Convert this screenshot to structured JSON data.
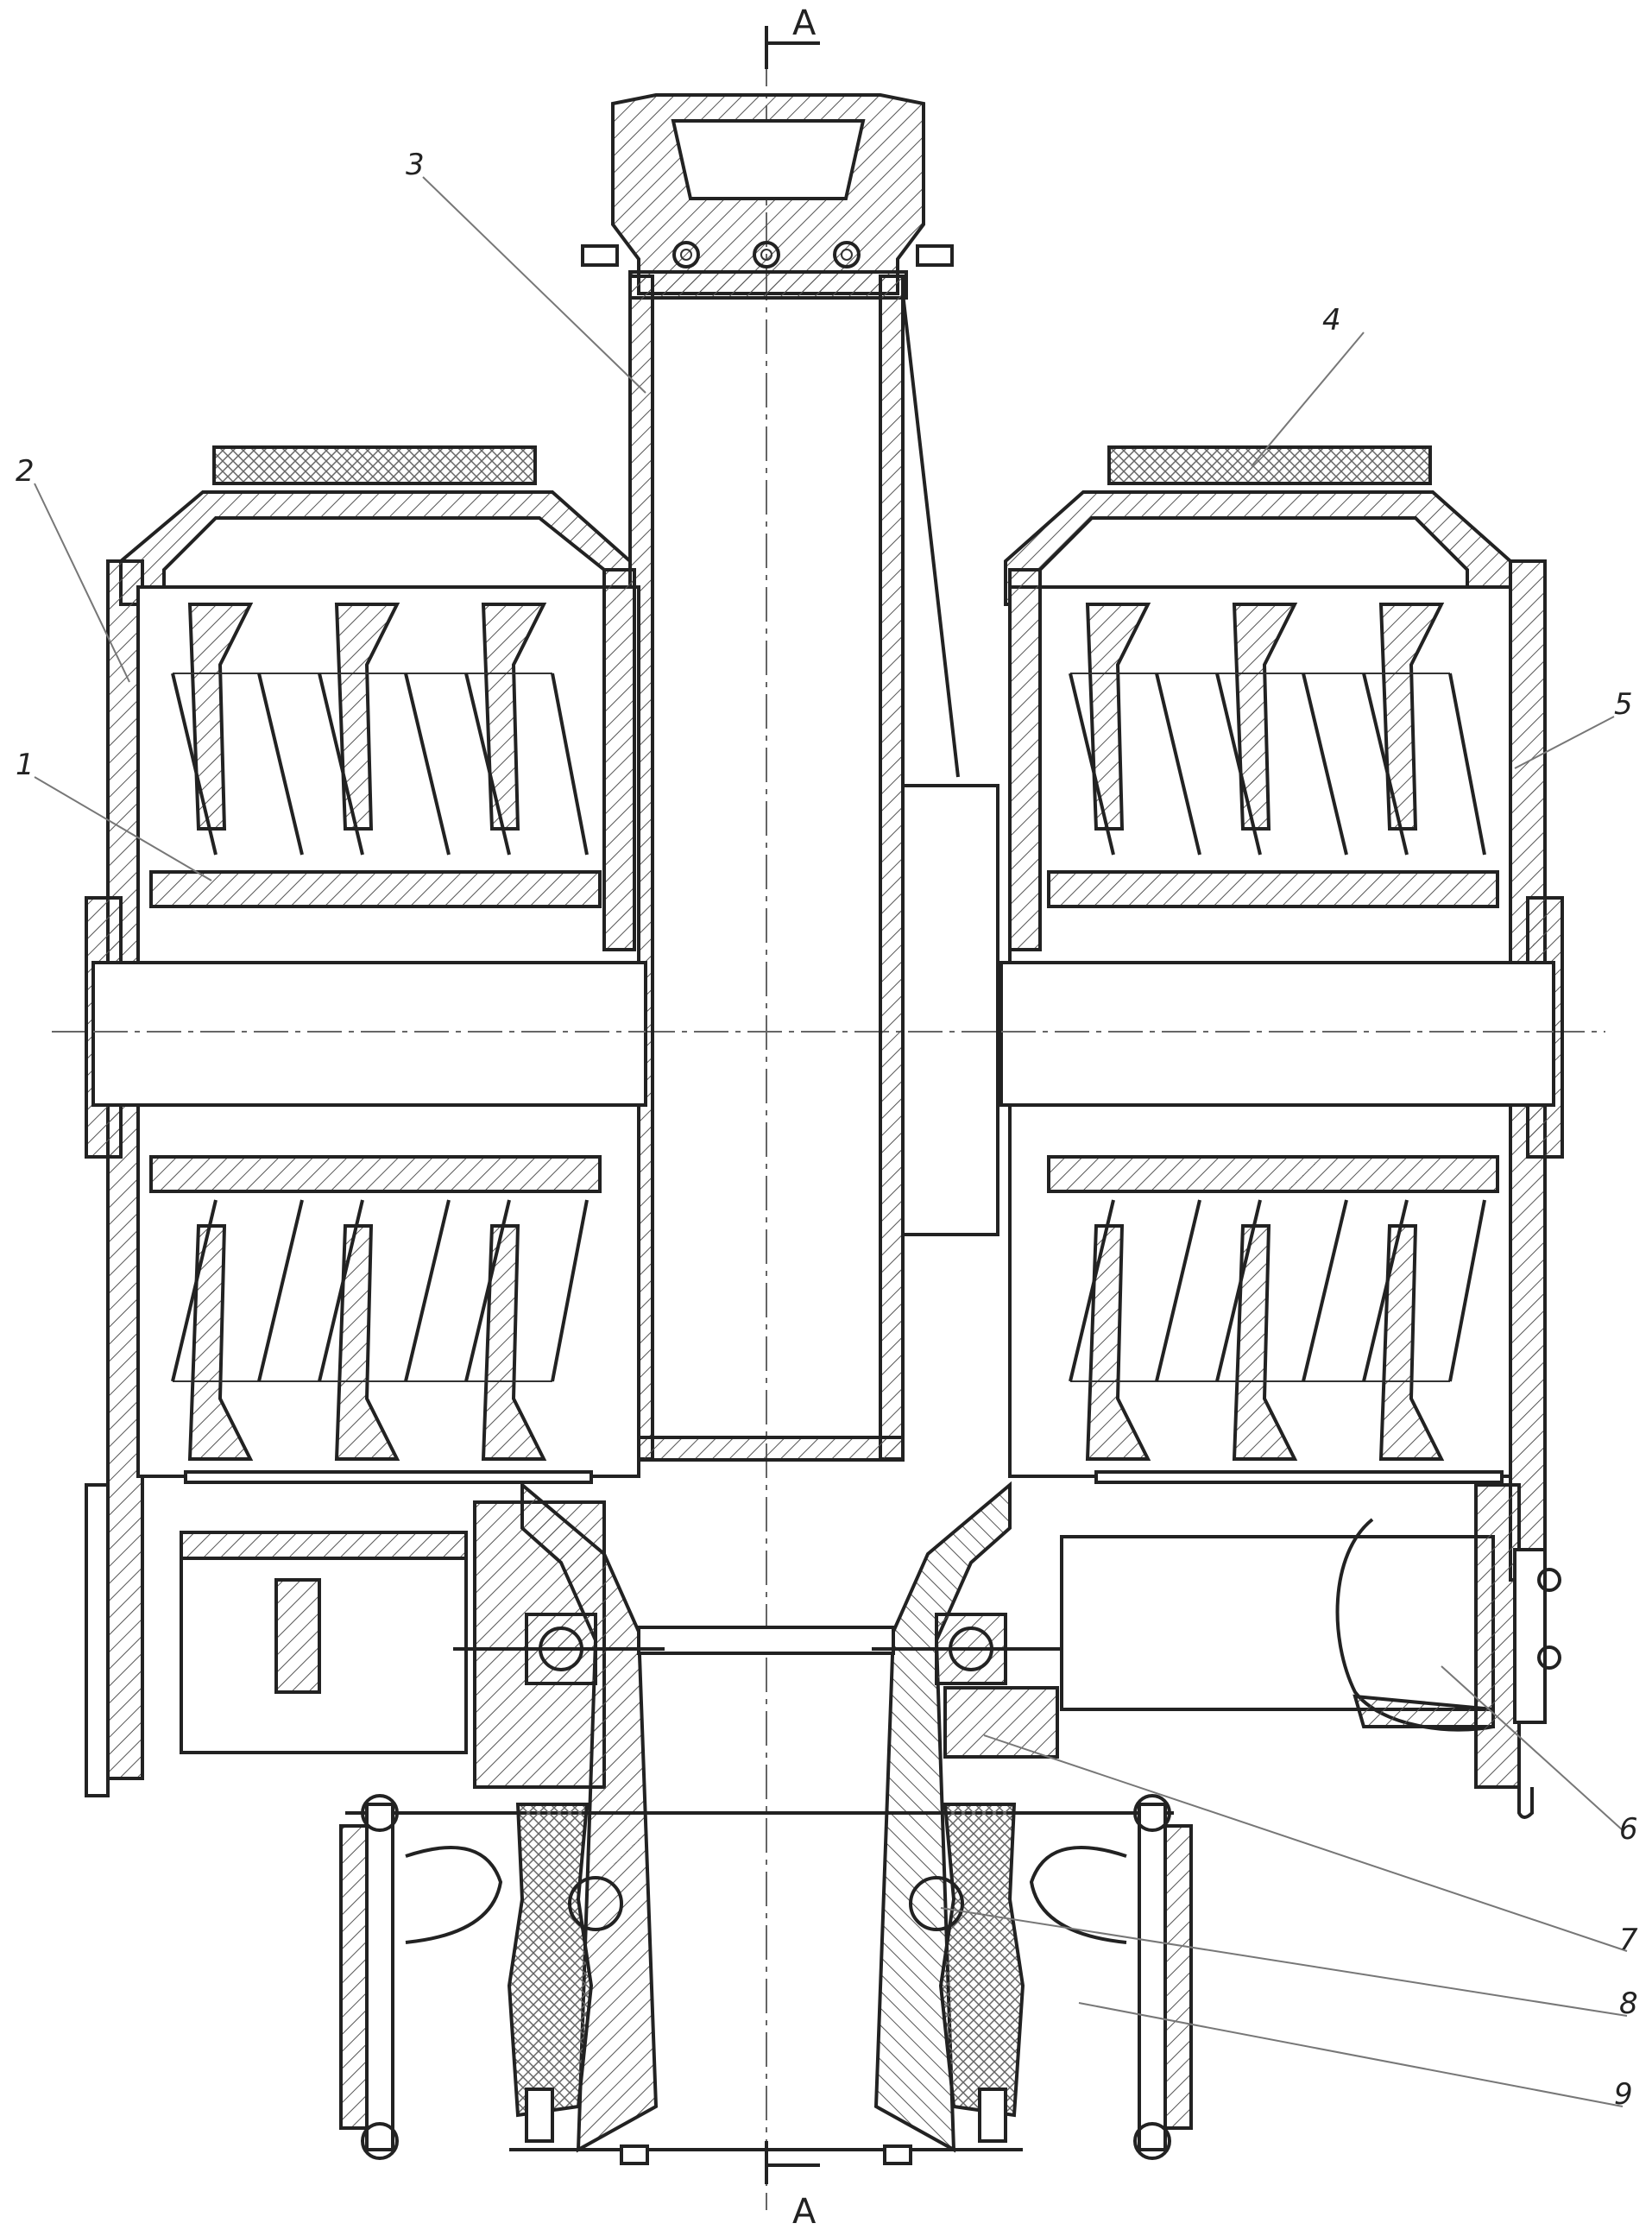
{
  "section_marks": {
    "top": "A",
    "bottom": "A"
  },
  "callouts": [
    {
      "label": "1"
    },
    {
      "label": "2"
    },
    {
      "label": "3"
    },
    {
      "label": "4"
    },
    {
      "label": "5"
    },
    {
      "label": "6"
    },
    {
      "label": "7"
    },
    {
      "label": "8"
    },
    {
      "label": "9"
    }
  ]
}
